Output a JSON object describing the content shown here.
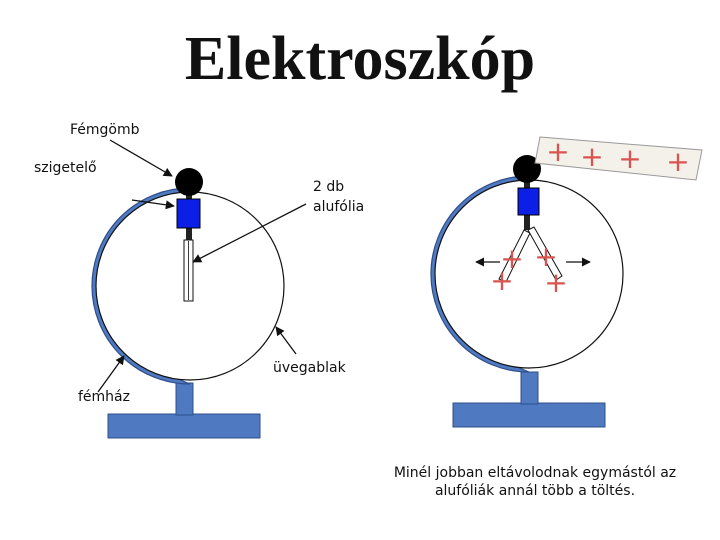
{
  "title": "Elektroszkóp",
  "labels": {
    "metal_sphere": "Fémgömb",
    "insulator": "szigetelő",
    "foil_line1": "2 db",
    "foil_line2": "alufólia",
    "glass_window": "üvegablak",
    "metal_case": "fémház"
  },
  "note": {
    "line1": "Minél jobban eltávolodnak egymástól az",
    "line2": "alufóliák annál több a töltés."
  },
  "charges": {
    "rod": [
      "+",
      "+",
      "+",
      "+"
    ],
    "foils": [
      "+",
      "+",
      "+",
      "+"
    ]
  },
  "colors": {
    "case_blue": "#4f7ac1",
    "insulator_blue": "#0b1fe6",
    "ball": "#000000",
    "charge_red": "#d9534f"
  }
}
